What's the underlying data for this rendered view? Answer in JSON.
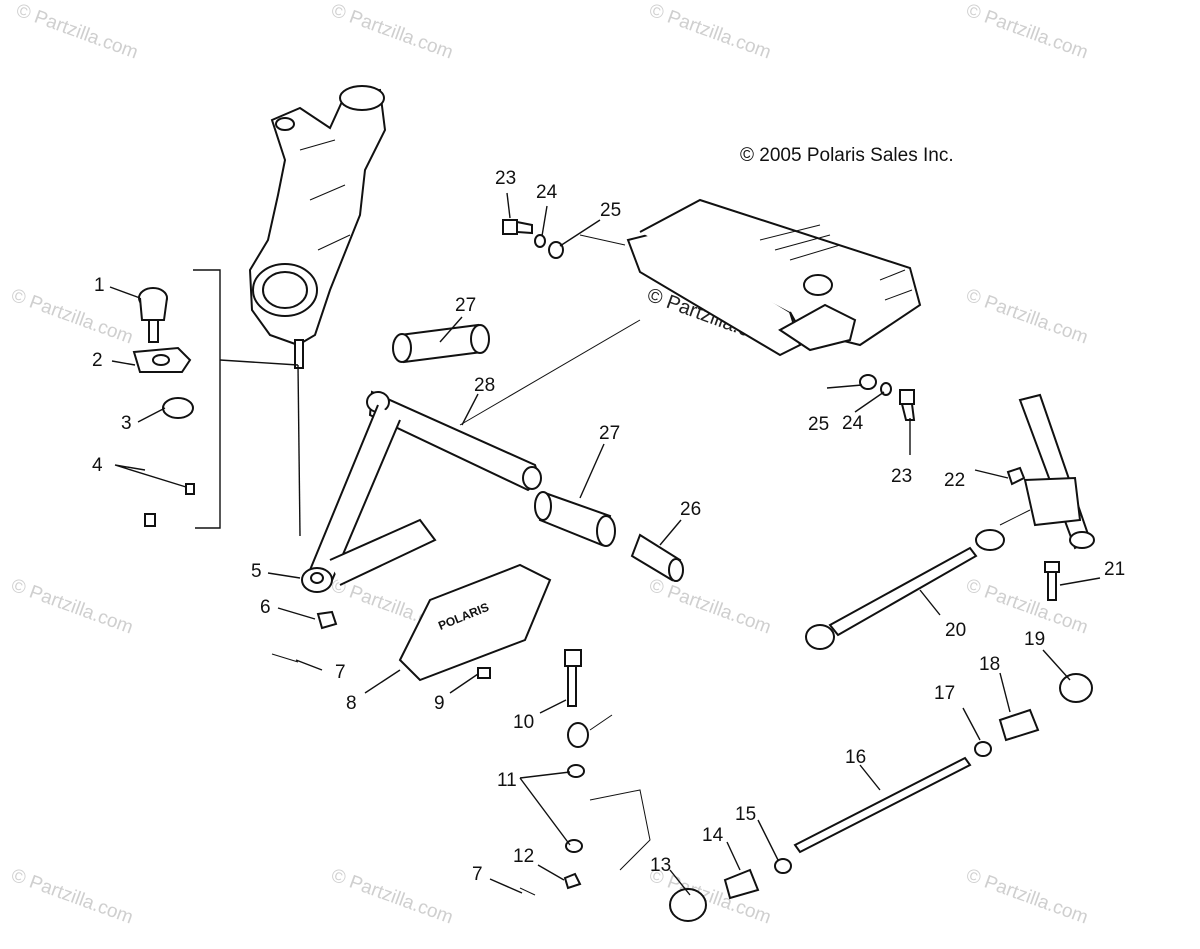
{
  "copyright": "© 2005 Polaris Sales Inc.",
  "watermark_text": "© Partzilla.com",
  "decal_text": "POLARIS",
  "callouts": [
    {
      "label": "1"
    },
    {
      "label": "2"
    },
    {
      "label": "3"
    },
    {
      "label": "4"
    },
    {
      "label": "5"
    },
    {
      "label": "6"
    },
    {
      "label": "7"
    },
    {
      "label": "7"
    },
    {
      "label": "8"
    },
    {
      "label": "9"
    },
    {
      "label": "10"
    },
    {
      "label": "11"
    },
    {
      "label": "12"
    },
    {
      "label": "13"
    },
    {
      "label": "14"
    },
    {
      "label": "15"
    },
    {
      "label": "16"
    },
    {
      "label": "17"
    },
    {
      "label": "18"
    },
    {
      "label": "19"
    },
    {
      "label": "20"
    },
    {
      "label": "21"
    },
    {
      "label": "22"
    },
    {
      "label": "23"
    },
    {
      "label": "23"
    },
    {
      "label": "24"
    },
    {
      "label": "24"
    },
    {
      "label": "25"
    },
    {
      "label": "25"
    },
    {
      "label": "26"
    },
    {
      "label": "27"
    },
    {
      "label": "27"
    },
    {
      "label": "28"
    }
  ]
}
